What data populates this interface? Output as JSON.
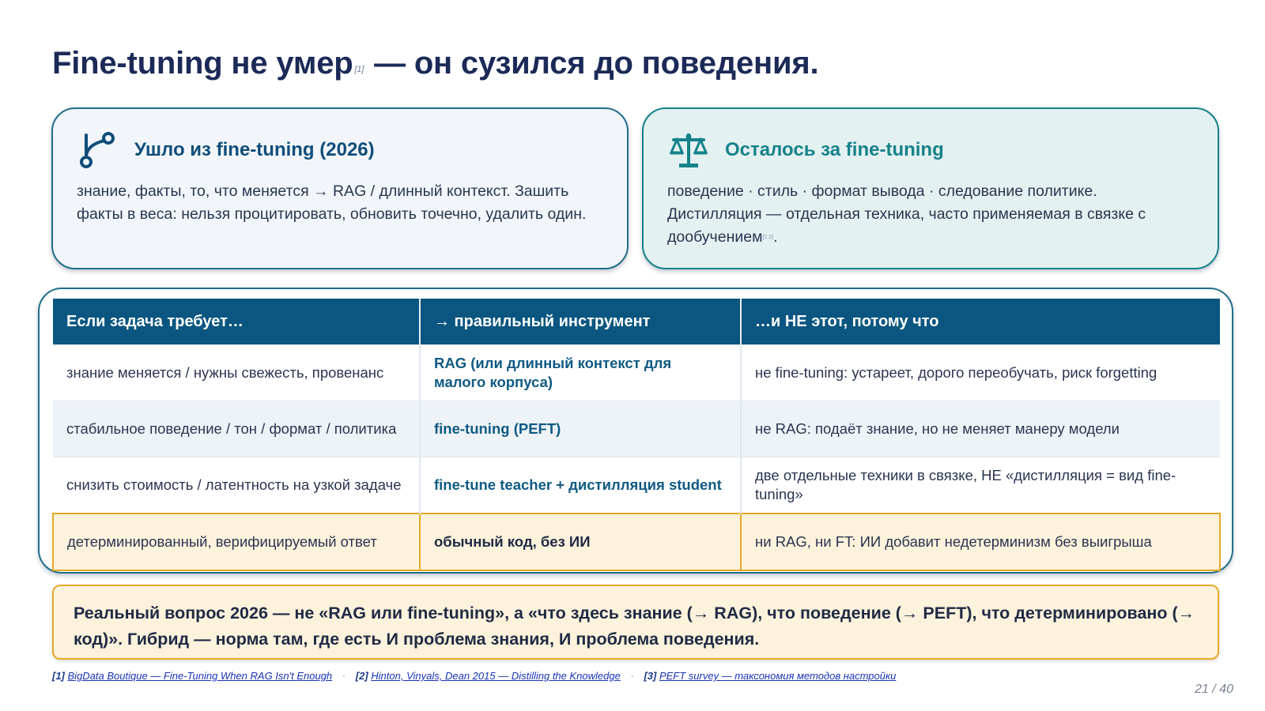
{
  "title": {
    "part1": "Fine-tuning не умер",
    "ref": "[1]",
    "part2": " — он сузился до поведения."
  },
  "cards": {
    "left": {
      "icon": "git-branch-icon",
      "heading": "Ушло из fine-tuning (2026)",
      "body": "знание, факты, то, что меняется → RAG / длинный контекст. Зашить факты в веса: нельзя процитировать, обновить точечно, удалить один."
    },
    "right": {
      "icon": "scales-icon",
      "heading": "Осталось за fine-tuning",
      "body": "поведение · стиль · формат вывода · следование политике. Дистилляция — отдельная техника, часто применяемая в связке с дообучением",
      "ref": "[2,3]",
      "tail": "."
    }
  },
  "table": {
    "headers": [
      "Если задача требует…",
      "→ правильный инструмент",
      "…и НЕ этот, потому что"
    ],
    "rows": [
      {
        "need": "знание меняется / нужны свежесть, провенанс",
        "tool": "RAG (или длинный контекст для малого корпуса)",
        "not": "не fine-tuning: устареет, дорого переобучать, риск forgetting"
      },
      {
        "need": "стабильное поведение / тон / формат / политика",
        "tool": "fine-tuning (PEFT)",
        "not": "не RAG: подаёт знание, но не меняет манеру модели"
      },
      {
        "need": "снизить стоимость / латентность на узкой задаче",
        "tool": "fine-tune teacher + дистилляция student",
        "not": "две отдельные техники в связке, НЕ «дистилляция = вид fine-tuning»"
      },
      {
        "need": "детерминированный, верифицируемый ответ",
        "tool": "обычный код, без ИИ",
        "not": "ни RAG, ни FT: ИИ добавит недетерминизм без выигрыша"
      }
    ]
  },
  "callout": "Реальный вопрос 2026 — не «RAG или fine-tuning», а «что здесь знание (→ RAG), что поведение (→ PEFT), что детерминировано (→ код)». Гибрид — норма там, где есть И проблема знания, И проблема поведения.",
  "footnotes": [
    {
      "num": "[1]",
      "text": "BigData Boutique — Fine-Tuning When RAG Isn't Enough"
    },
    {
      "num": "[2]",
      "text": "Hinton, Vinyals, Dean 2015 — Distilling the Knowledge"
    },
    {
      "num": "[3]",
      "text": "PEFT survey — таксономия методов настройки"
    }
  ],
  "page": "21 / 40",
  "colors": {
    "navy": "#1b2a57",
    "teal": "#16828a",
    "header_blue": "#0a5680",
    "highlight": "#e6a928"
  }
}
